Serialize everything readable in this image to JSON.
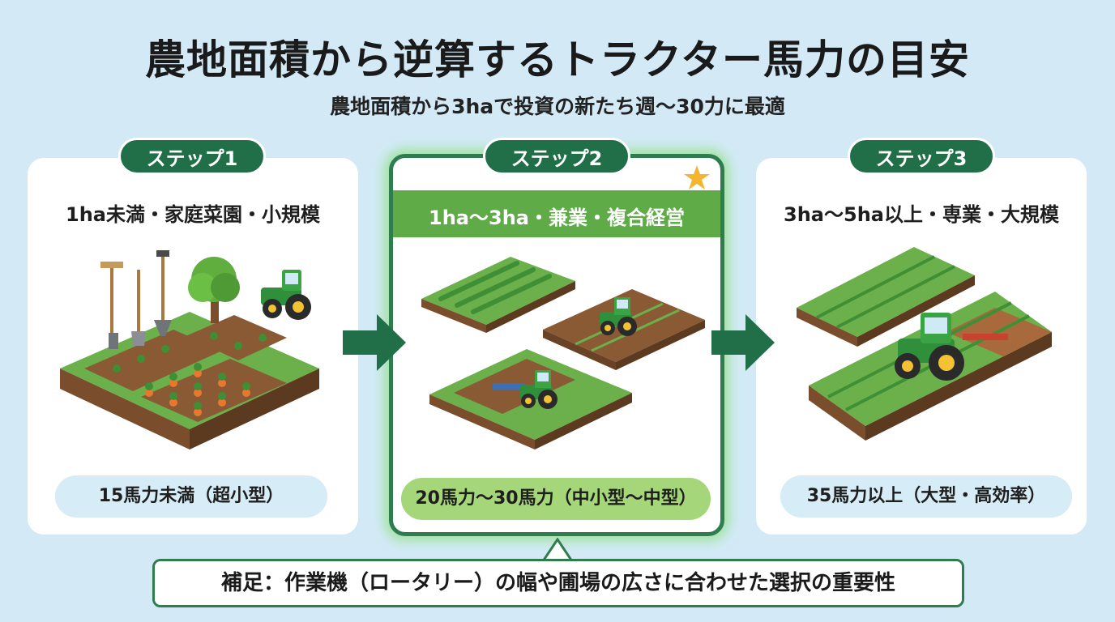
{
  "title": "農地面積から逆算するトラクター馬力の目安",
  "subtitle": "農地面積から3haで投資の新たち週〜30力に最適",
  "steps": [
    {
      "label": "ステップ1",
      "heading": "1ha未満・家庭菜園・小規模",
      "horsepower": "15馬力未満（超小型）"
    },
    {
      "label": "ステップ2",
      "heading": "1ha〜3ha・兼業・複合経営",
      "horsepower": "20馬力〜30馬力（中小型〜中型）",
      "highlighted": true
    },
    {
      "label": "ステップ3",
      "heading": "3ha〜5ha以上・専業・大規模",
      "horsepower": "35馬力以上（大型・高効率）"
    }
  ],
  "note": "補足：作業機（ロータリー）の幅や圃場の広さに合わせた選択の重要性",
  "icons": [
    "garden-tools-icon",
    "tree-icon",
    "small-tractor-icon",
    "star-icon",
    "tractor-icon",
    "right-arrow-icon"
  ],
  "colors": {
    "background": "#d3eaf6",
    "primary_green": "#216f49",
    "highlight_green": "#5eab48",
    "highlight_pill": "#a6d67a",
    "pill_blue": "#d6ecf6",
    "star": "#f4b630"
  }
}
